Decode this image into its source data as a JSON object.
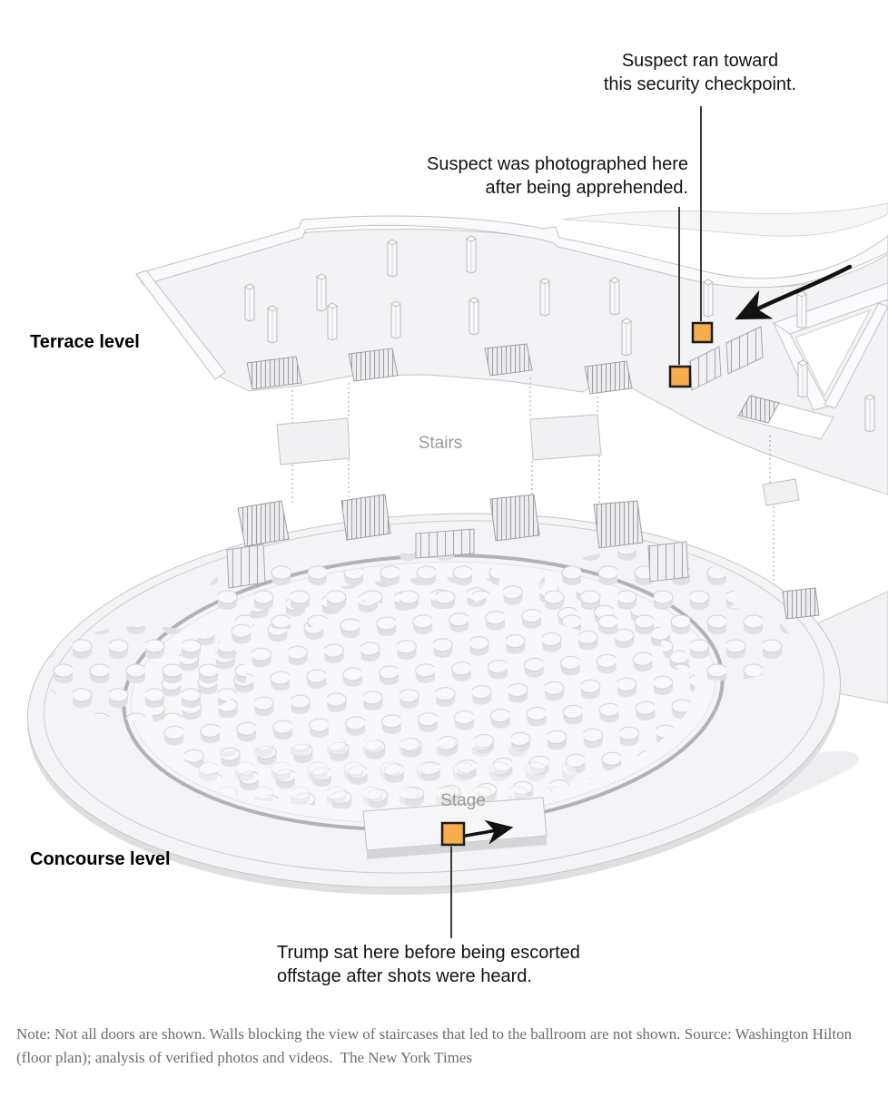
{
  "figure": {
    "annotations": {
      "checkpoint": "Suspect ran toward\nthis security checkpoint.",
      "photographed": "Suspect was photographed here\nafter being apprehended.",
      "trump": "Trump sat here before being escorted\noffstage after shots were heard."
    },
    "levels": {
      "terrace": "Terrace level",
      "concourse": "Concourse level"
    },
    "map_labels": {
      "stairs": "Stairs",
      "stage": "Stage"
    },
    "note": "Note: Not all doors are shown. Walls blocking the view of staircases that led to the ballroom are not shown. Source: Washington Hilton (floor plan); analysis of verified photos and videos.  The New York Times",
    "marker_color": "#F7AD4B",
    "marker_border": "#1b1b1b",
    "structure_fill": "#f3f3f5",
    "structure_stroke": "#c6c6c9"
  }
}
